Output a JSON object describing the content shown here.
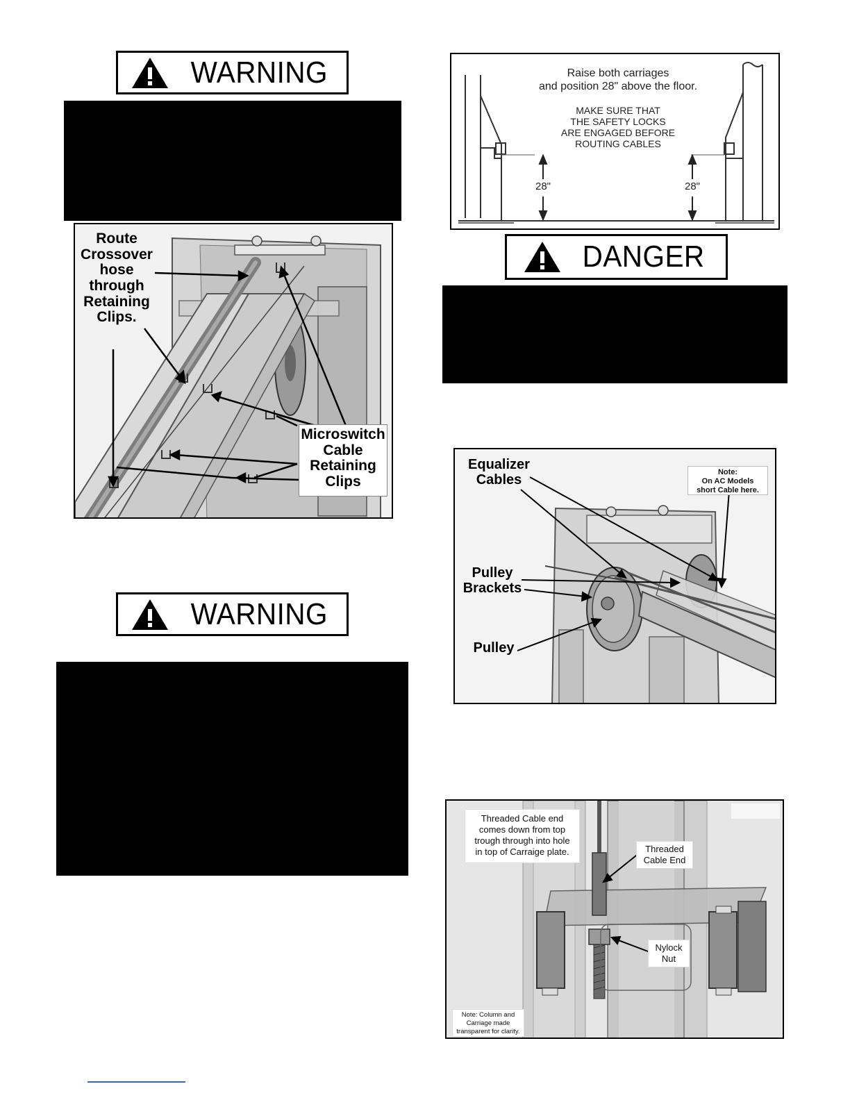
{
  "signs": {
    "warning_top": "WARNING",
    "warning_bottom": "WARNING",
    "danger": "DANGER"
  },
  "figure_crossover": {
    "route_label": [
      "Route",
      "Crossover",
      "hose",
      "through",
      "Retaining",
      "Clips."
    ],
    "microswitch_label": [
      "Microswitch",
      "Cable",
      "Retaining",
      "Clips"
    ]
  },
  "figure_carriage_height": {
    "line1": "Raise both carriages",
    "line2": "and position 28\" above the floor.",
    "warn1": "MAKE SURE THAT",
    "warn2": "THE SAFETY LOCKS",
    "warn3": "ARE ENGAGED BEFORE",
    "warn4": "ROUTING CABLES",
    "dim_left": "28\"",
    "dim_right": "28\""
  },
  "figure_equalizer": {
    "cables_label": [
      "Equalizer",
      "Cables"
    ],
    "brackets_label": [
      "Pulley",
      "Brackets"
    ],
    "pulley_label": "Pulley",
    "note": [
      "Note:",
      "On AC Models",
      "short Cable here."
    ]
  },
  "figure_threaded": {
    "callout": [
      "Threaded Cable end",
      "comes down from top",
      "trough through into hole",
      "in top of Carraige plate."
    ],
    "threaded_end": [
      "Threaded",
      "Cable End"
    ],
    "nylock": [
      "Nylock",
      "Nut"
    ],
    "note": [
      "Note: Column and",
      "Carriage made",
      "transparent for clarity."
    ]
  }
}
